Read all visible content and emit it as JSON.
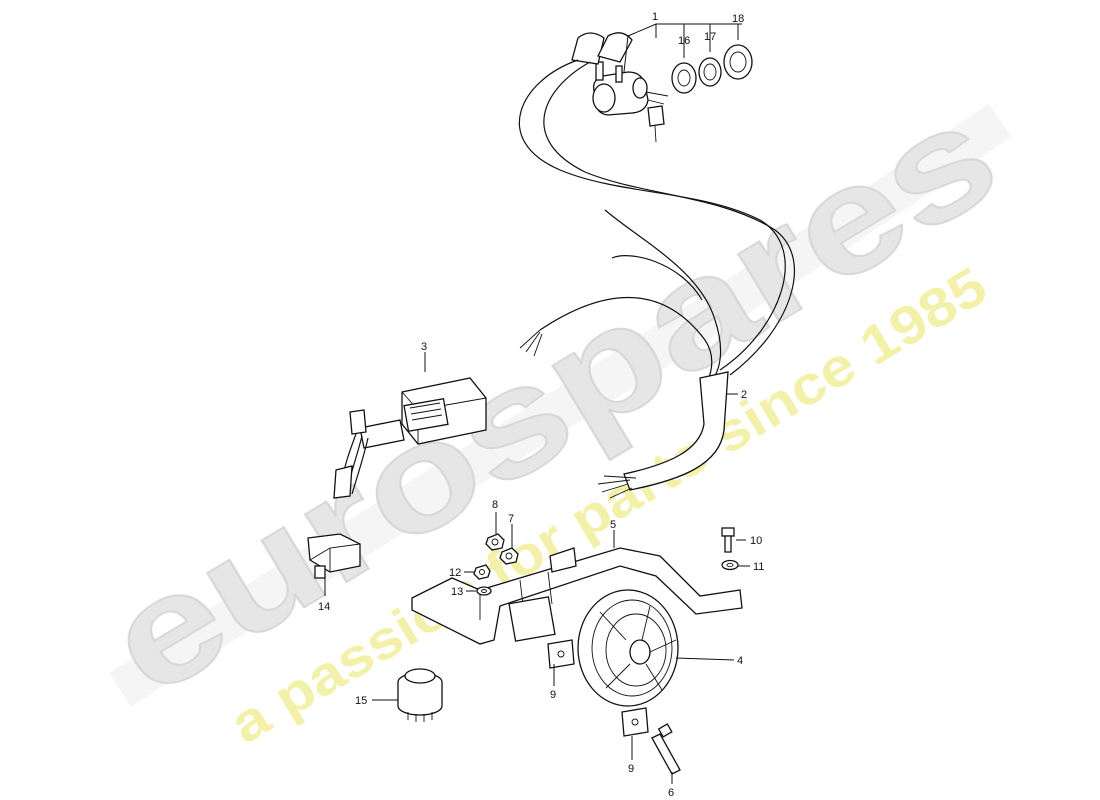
{
  "watermark": {
    "brand": "eurospares",
    "tagline": "a passion for parts since 1985",
    "brand_color": "#e6e6e6",
    "tagline_color": "#f3f0a8"
  },
  "callouts": [
    {
      "id": "c1",
      "label": "1"
    },
    {
      "id": "c2",
      "label": "2"
    },
    {
      "id": "c3",
      "label": "3"
    },
    {
      "id": "c4",
      "label": "4"
    },
    {
      "id": "c5",
      "label": "5"
    },
    {
      "id": "c6",
      "label": "6"
    },
    {
      "id": "c7",
      "label": "7"
    },
    {
      "id": "c8",
      "label": "8"
    },
    {
      "id": "c9a",
      "label": "9"
    },
    {
      "id": "c9b",
      "label": "9"
    },
    {
      "id": "c10",
      "label": "10"
    },
    {
      "id": "c11",
      "label": "11"
    },
    {
      "id": "c12",
      "label": "12"
    },
    {
      "id": "c13",
      "label": "13"
    },
    {
      "id": "c14",
      "label": "14"
    },
    {
      "id": "c15",
      "label": "15"
    },
    {
      "id": "c16",
      "label": "16"
    },
    {
      "id": "c17",
      "label": "17"
    },
    {
      "id": "c18",
      "label": "18"
    }
  ]
}
